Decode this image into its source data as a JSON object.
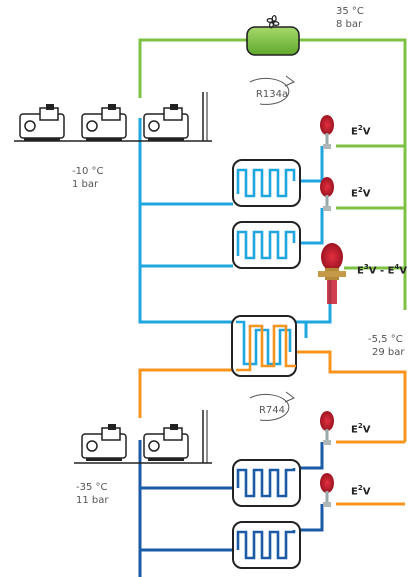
{
  "colors": {
    "green": "#7dc243",
    "light_blue": "#1da6e0",
    "orange": "#f7941d",
    "dark_blue": "#1a5aa6",
    "valve_red": "#c8202e",
    "outline": "#222222"
  },
  "condenser": {
    "icon": "fan-icon",
    "temperature": "35 °C",
    "pressure": "8 bar"
  },
  "upper_circuit": {
    "refrigerant": "R134a",
    "suction_temperature": "-10 °C",
    "suction_pressure": "1 bar",
    "compressor_count": 3
  },
  "cascade_exchanger": {
    "temperature": "-5,5 °C",
    "pressure": "29 bar"
  },
  "lower_circuit": {
    "refrigerant": "R744",
    "suction_temperature": "-35 °C",
    "suction_pressure": "11 bar",
    "compressor_count": 2
  },
  "valves": [
    {
      "base": "E",
      "sup": "2",
      "suffix": "V"
    },
    {
      "base": "E",
      "sup": "2",
      "suffix": "V"
    },
    {
      "base": "E",
      "sup": "3",
      "suffix": "V - E",
      "sup2": "4",
      "suffix2": "V"
    },
    {
      "base": "E",
      "sup": "2",
      "suffix": "V"
    },
    {
      "base": "E",
      "sup": "2",
      "suffix": "V"
    }
  ]
}
